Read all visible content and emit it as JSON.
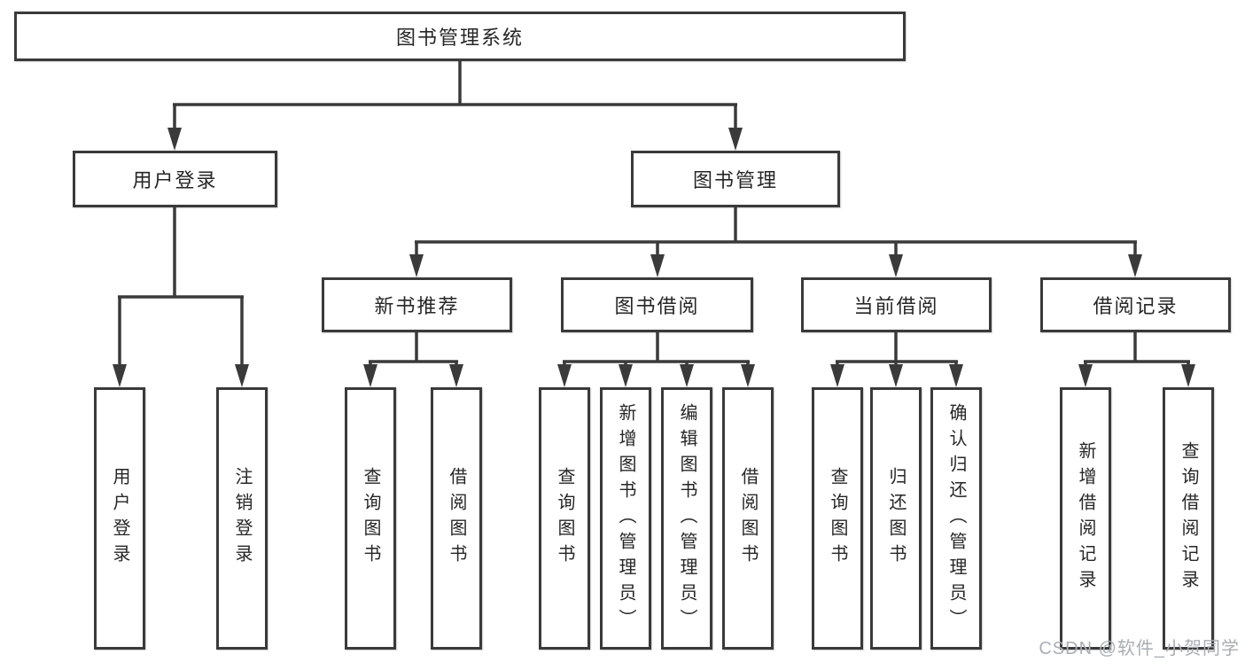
{
  "diagram": {
    "root": {
      "label": "图书管理系统"
    },
    "level1": [
      {
        "label": "用户登录"
      },
      {
        "label": "图书管理"
      }
    ],
    "level2": [
      {
        "label": "新书推荐",
        "parent": "图书管理"
      },
      {
        "label": "图书借阅",
        "parent": "图书管理"
      },
      {
        "label": "当前借阅",
        "parent": "图书管理"
      },
      {
        "label": "借阅记录",
        "parent": "图书管理"
      }
    ],
    "leaves": [
      {
        "label": "用户登录",
        "parent": "用户登录"
      },
      {
        "label": "注销登录",
        "parent": "用户登录"
      },
      {
        "label": "查询图书",
        "parent": "新书推荐"
      },
      {
        "label": "借阅图书",
        "parent": "新书推荐"
      },
      {
        "label": "查询图书",
        "parent": "图书借阅"
      },
      {
        "label": "新增图书（管理员）",
        "parent": "图书借阅"
      },
      {
        "label": "编辑图书（管理员）",
        "parent": "图书借阅"
      },
      {
        "label": "借阅图书",
        "parent": "图书借阅"
      },
      {
        "label": "查询图书",
        "parent": "当前借阅"
      },
      {
        "label": "归还图书",
        "parent": "当前借阅"
      },
      {
        "label": "确认归还（管理员）",
        "parent": "当前借阅"
      },
      {
        "label": "新增借阅记录",
        "parent": "借阅记录"
      },
      {
        "label": "查询借阅记录",
        "parent": "借阅记录"
      }
    ]
  },
  "watermark": "CSDN @软件_小贺同学",
  "colors": {
    "line": "#3a3a3a",
    "text": "#262626",
    "watermark": "#a9aeb4",
    "background": "#ffffff"
  }
}
